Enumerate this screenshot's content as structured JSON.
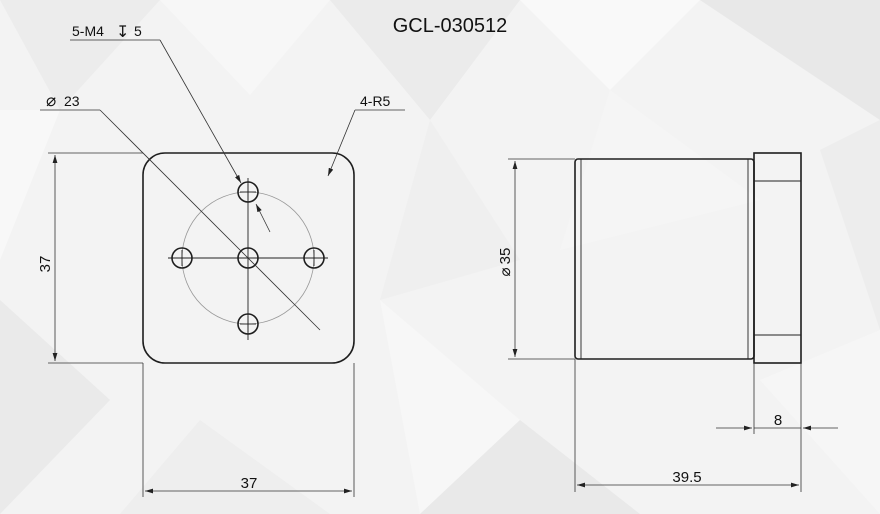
{
  "title": "GCL-030512",
  "annotations": {
    "thread": "5-M4",
    "thread_depth_symbol": "↧",
    "thread_depth": "5",
    "pcd_symbol": "⌀",
    "pcd_value": "23",
    "corner_radius": "4-R5",
    "dia_symbol": "⌀",
    "dia_value": "35"
  },
  "dimensions": {
    "front_height": "37",
    "front_width": "37",
    "side_total_length": "39.5",
    "side_flange_length": "8"
  }
}
